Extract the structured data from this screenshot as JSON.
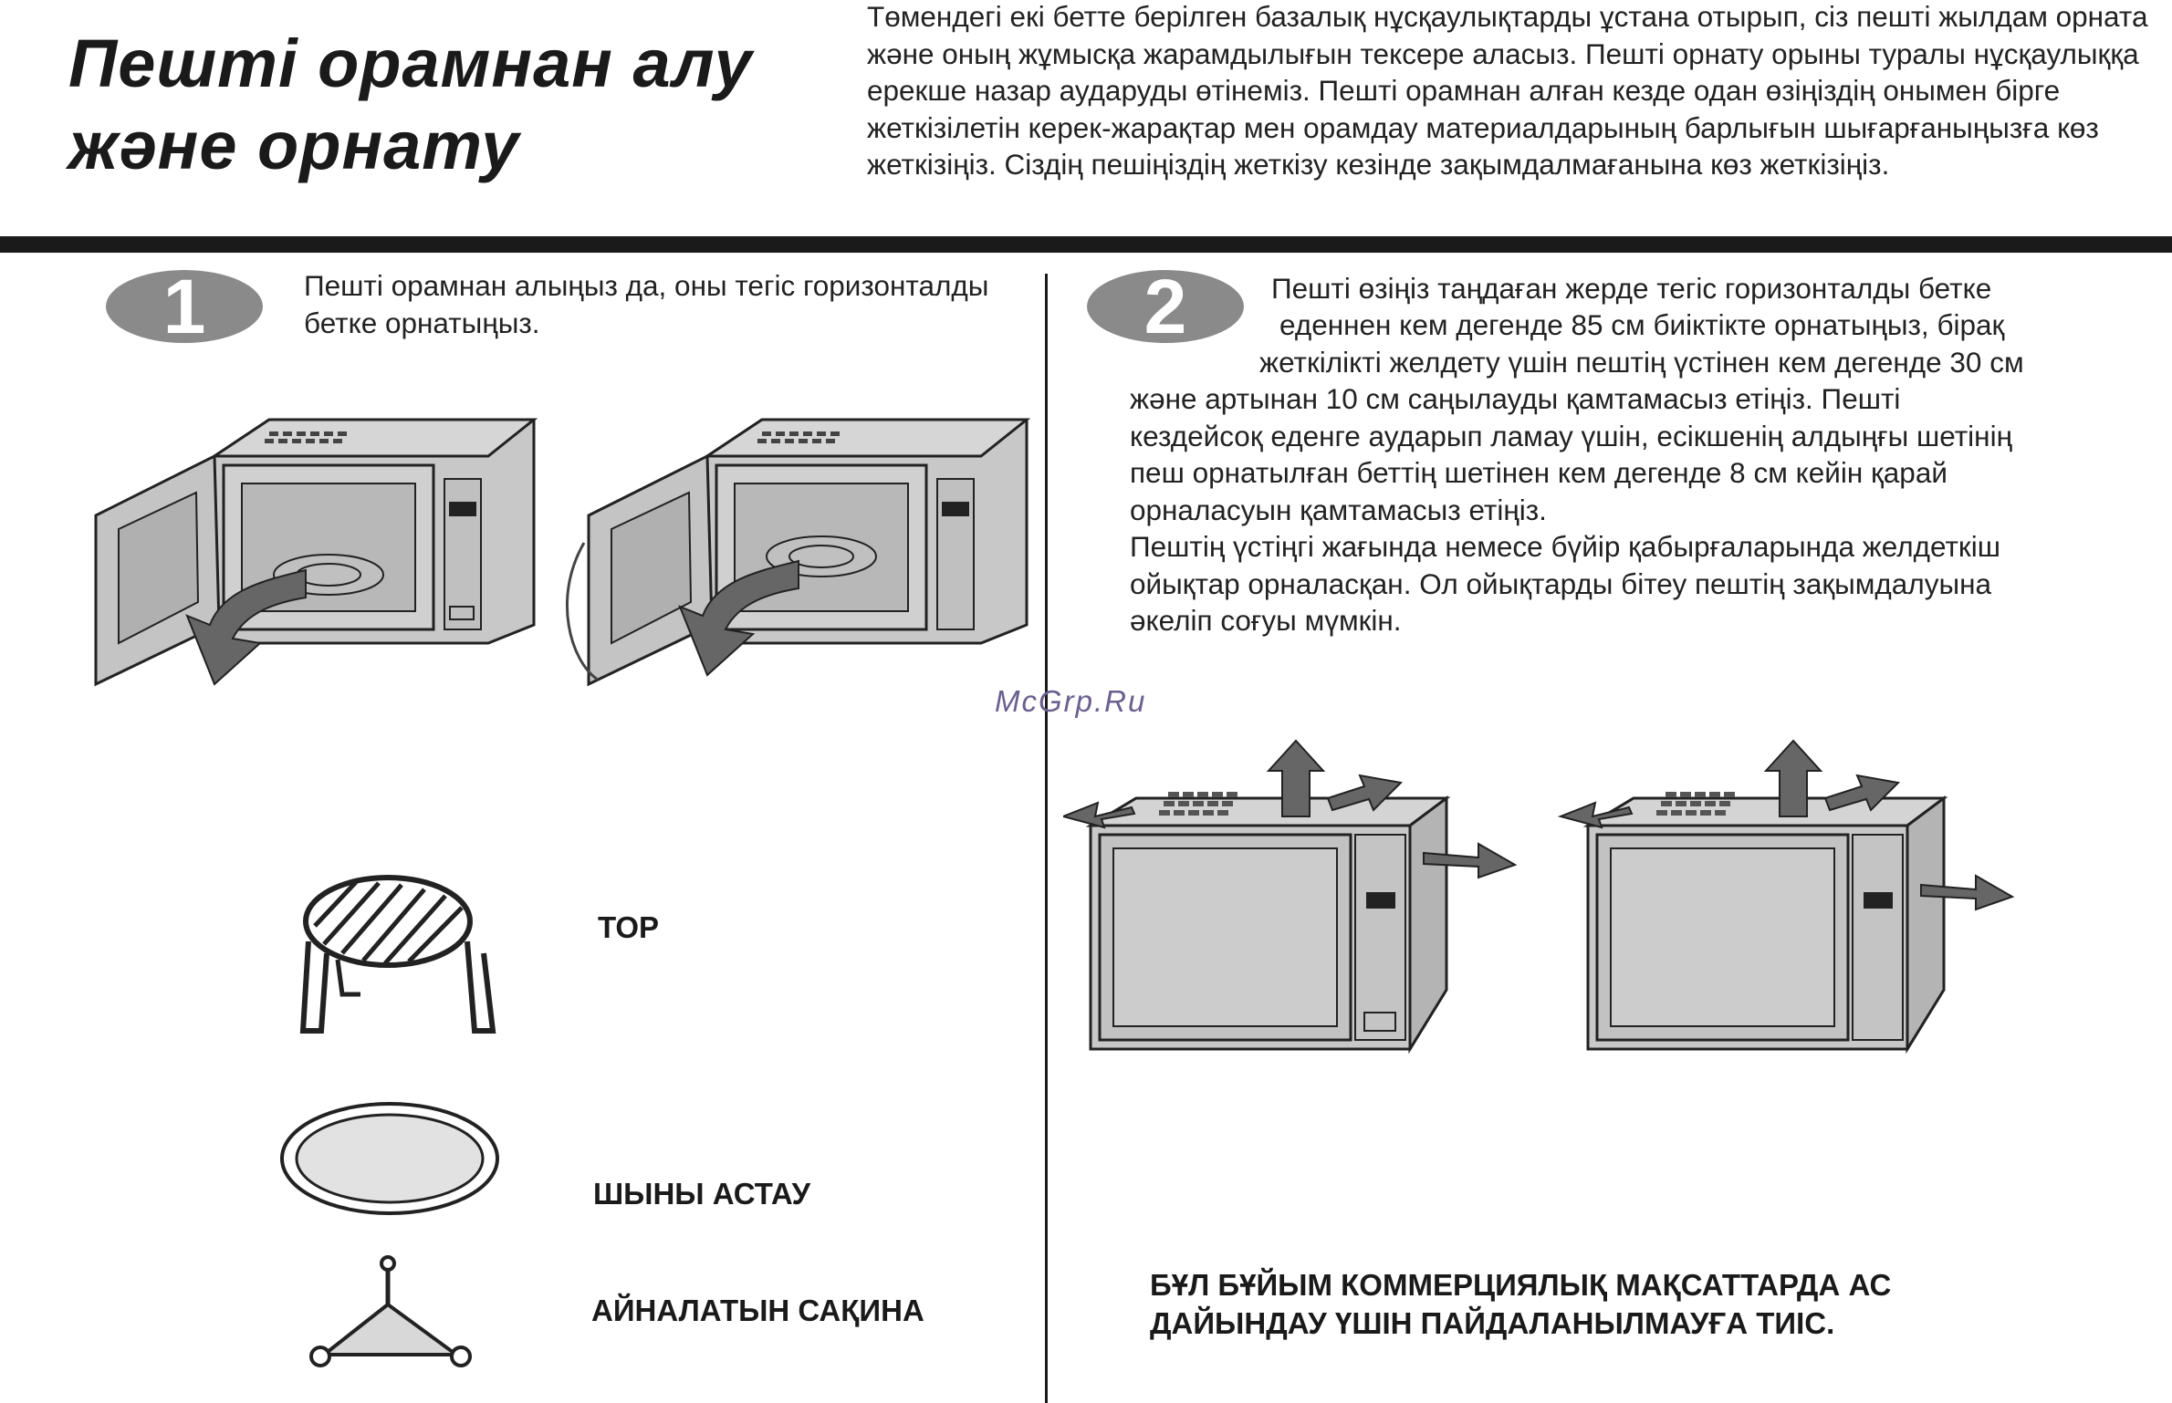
{
  "header": {
    "title_line1": "Пешті орамнан алу",
    "title_line2": "жəне орнату",
    "intro": "Төмендегі екі бетте берілген базалық нұсқаулықтарды ұстана отырып, сіз пешті жылдам орната жəне оның жұмысқа жарамдылығын тексере аласыз. Пешті орнату орыны туралы нұсқаулыққа ерекше назар аударуды өтінеміз. Пешті орамнан алған кезде одан өзіңіздің онымен бірге жеткізілетін керек-жарақтар мен орамдау материалдарының барлығын шығарғаныңызға көз жеткізіңіз. Сіздің пешіңіздің жеткізу кезінде зақымдалмағанына көз жеткізіңіз."
  },
  "step1": {
    "number": "1",
    "text": "Пешті орамнан алыңыз да, оны тегіс горизонталды бетке орнатыңыз."
  },
  "step2": {
    "number": "2",
    "lines": [
      "Пешті өзіңіз таңдаған жерде тегіс горизонталды бетке",
      "еденнен кем дегенде 85 см биіктікте орнатыңыз, бірақ",
      "жеткілікті желдету үшін пештің үстінен кем дегенде 30 см",
      "жəне артынан 10 см саңылауды қамтамасыз етіңіз. Пешті",
      "кездейсоқ еденге аударып ламау үшін, есікшенің алдыңғы шетінің",
      "пеш орнатылған беттің шетінен кем дегенде 8 см кейін қарай",
      "орналасуын қамтамасыз етіңіз.",
      "Пештің үстіңгі жағында немесе бүйір қабырғаларында желдеткіш",
      "ойықтар орналасқан. Ол ойықтарды бітеу пештің зақымдалуына",
      "əкеліп соғуы мүмкін."
    ]
  },
  "accessories": {
    "rack": "ТОР",
    "glass_tray": "ШЫНЫ АСТАУ",
    "roller_ring": "АЙНАЛАТЫН САҚИНА"
  },
  "warning": {
    "line1": "БҰЛ БҰЙЫМ КОММЕРЦИЯЛЫҚ МАҚСАТТАРДА АС",
    "line2": "ДАЙЫНДАУ ҮШІН ПАЙДАЛАНЫЛМАУҒА ТИІС."
  },
  "watermark": "McGrp.Ru",
  "colors": {
    "ink": "#1a1a1a",
    "oven_body": "#c8c8c8",
    "badge": "#8a8a8a",
    "watermark": "#6a5f8e"
  }
}
